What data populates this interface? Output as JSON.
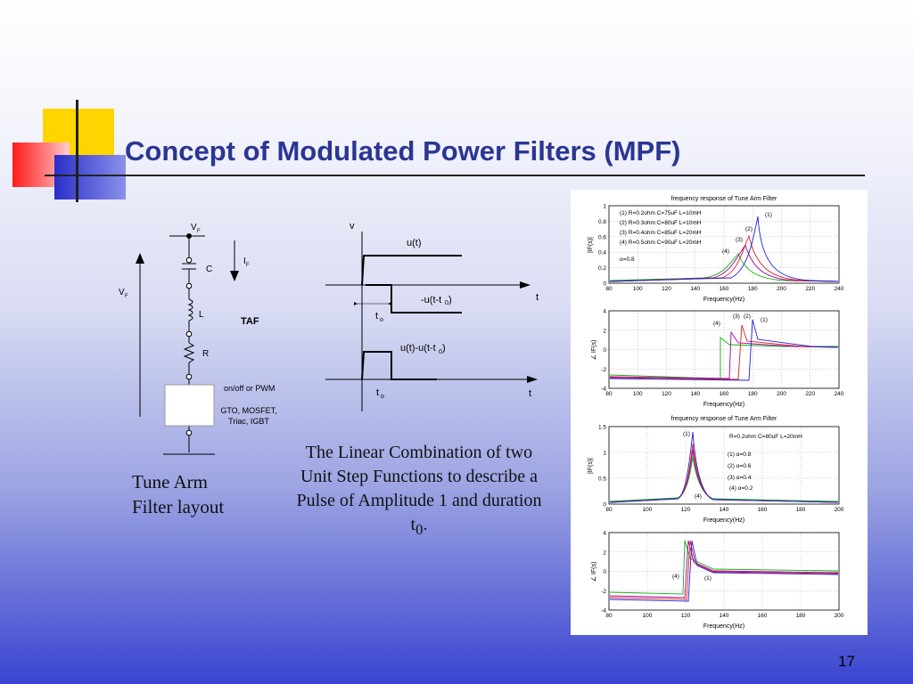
{
  "slide": {
    "title": "Concept of Modulated Power Filters (MPF)",
    "page_number": "17"
  },
  "circuit": {
    "vf_top": "V",
    "vf_top_sub": "F",
    "if_label": "I",
    "if_sub": "F",
    "vf_side": "V",
    "vf_side_sub": "F",
    "c_label": "C",
    "l_label": "L",
    "r_label": "R",
    "taf_label": "TAF",
    "switch_label": "on/off or PWM",
    "device_line1": "GTO, MOSFET,",
    "device_line2": "Triac, IGBT"
  },
  "pulse": {
    "v_label": "v",
    "t_label": "t",
    "u_label": "u(t)",
    "neg_label": "-u(t-t",
    "neg_sub": "0",
    "neg_close": ")",
    "to_label": "t",
    "to_sub": "o",
    "combo_label": "u(t)-u(t-t",
    "combo_sub": "0",
    "combo_close": ")",
    "t2_label": "t",
    "to2_label": "t",
    "to2_sub": "o"
  },
  "captions": {
    "tune_arm_line1": "Tune Arm",
    "tune_arm_line2": "Filter layout",
    "pulse_text": "The Linear Combination of two Unit Step Functions to describe a Pulse of Amplitude 1 and duration t",
    "pulse_sub": "0",
    "pulse_end": "."
  },
  "plots": {
    "colors": [
      "#1f1fe0",
      "#e02020",
      "#a000a0",
      "#10b010"
    ],
    "plot1": {
      "title": "frequency response of Tune Arm Filter",
      "ylabel": "|IF(s)|",
      "xlabel": "Frequency(Hz)",
      "xticks": [
        "80",
        "100",
        "120",
        "140",
        "160",
        "180",
        "200",
        "220",
        "240"
      ],
      "yticks": [
        "0",
        "0.2",
        "0.4",
        "0.6",
        "0.8",
        "1"
      ],
      "legend": [
        "(1) R=0.2ohm C=75uF L=10mH",
        "(2) R=0.3ohm C=80uF L=10mH",
        "(3) R=0.4ohm C=85uF L=20mH",
        "(4) R=0.5ohm C=90uF L=20mH"
      ],
      "alpha_note": "α=0.8",
      "curve_labels": [
        "(1)",
        "(2)",
        "(3)",
        "(4)"
      ]
    },
    "plot2": {
      "ylabel": "∠ IF(s)",
      "xlabel": "Frequency(Hz)",
      "xticks": [
        "80",
        "100",
        "120",
        "140",
        "160",
        "180",
        "200",
        "220",
        "240"
      ],
      "yticks": [
        "-4",
        "-2",
        "0",
        "2",
        "4"
      ],
      "curve_labels": [
        "(4)",
        "(3)",
        "(2)",
        "(1)"
      ]
    },
    "plot3": {
      "title": "frequency response of Tune Arm Filter",
      "ylabel": "|IF(s)|",
      "xlabel": "Frequency(Hz)",
      "xticks": [
        "80",
        "100",
        "120",
        "140",
        "160",
        "180",
        "200"
      ],
      "yticks": [
        "0",
        "0.5",
        "1",
        "1.5"
      ],
      "params": "R=0.2ohm C=80uF L=20mH",
      "legend": [
        "(1) α=0.8",
        "(2) α=0.6",
        "(3) α=0.4",
        "(4) α=0.2"
      ],
      "curve_labels": [
        "(1)",
        "(4)"
      ]
    },
    "plot4": {
      "ylabel": "∠ IF(s)",
      "xlabel": "Frequency(Hz)",
      "xticks": [
        "80",
        "100",
        "120",
        "140",
        "160",
        "180",
        "200"
      ],
      "yticks": [
        "-4",
        "-2",
        "0",
        "2",
        "4"
      ],
      "curve_labels": [
        "(4)",
        "(1)"
      ]
    }
  }
}
